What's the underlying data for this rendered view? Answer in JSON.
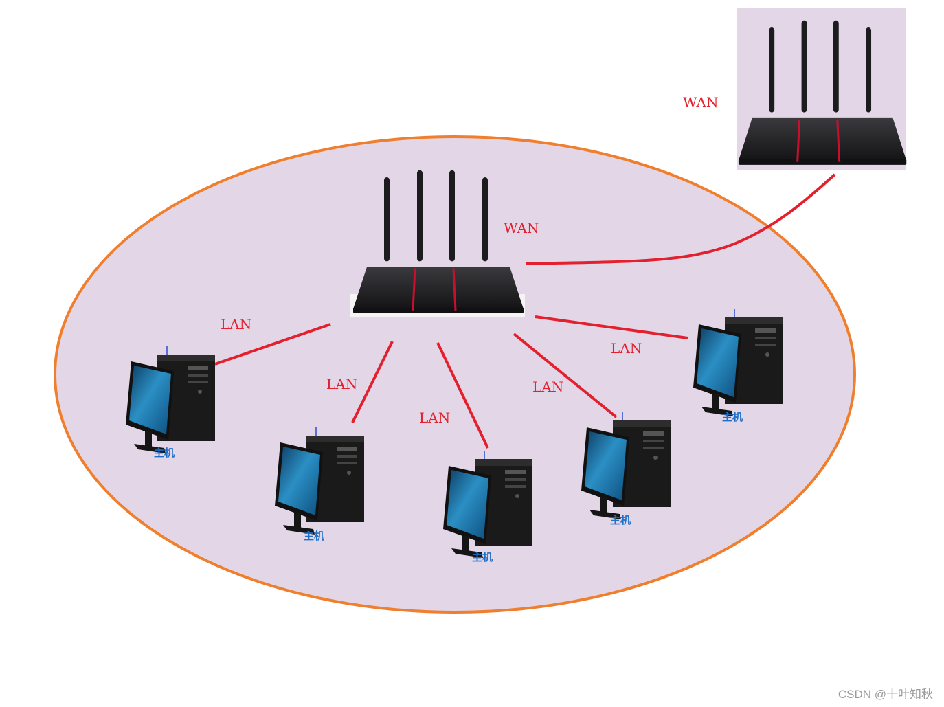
{
  "colors": {
    "background": "#ffffff",
    "lan_fill": "#e3d6e7",
    "lan_border": "#f07f2d",
    "link": "#e3202e",
    "link_label": "#e3202e",
    "host_label": "#1e6fc8",
    "router_body": "#1b1b1d",
    "router_stripe": "#c8102e",
    "upstream_panel": "#e3d6e7",
    "monitor_screen": "#2b8fc4",
    "watermark": "#9a9a9a"
  },
  "diagram": {
    "upstream_router": {
      "icon": "router-icon",
      "uplink_label": "WAN"
    },
    "lan_router": {
      "icon": "router-icon",
      "wan_label": "WAN"
    },
    "links": [
      {
        "label": "LAN"
      },
      {
        "label": "LAN"
      },
      {
        "label": "LAN"
      },
      {
        "label": "LAN"
      },
      {
        "label": "LAN"
      }
    ],
    "hosts": [
      {
        "label": "主机",
        "icon": "desktop-computer-icon"
      },
      {
        "label": "主机",
        "icon": "desktop-computer-icon"
      },
      {
        "label": "主机",
        "icon": "desktop-computer-icon"
      },
      {
        "label": "主机",
        "icon": "desktop-computer-icon"
      },
      {
        "label": "主机",
        "icon": "desktop-computer-icon"
      }
    ]
  },
  "watermark": "CSDN @十叶知秋"
}
